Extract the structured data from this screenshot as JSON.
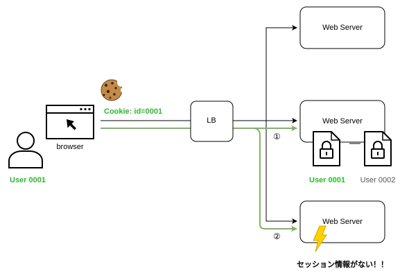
{
  "diagram": {
    "servers": [
      {
        "label": "Web Server"
      },
      {
        "label": "Web Server"
      },
      {
        "label": "Web Server"
      }
    ],
    "lb": {
      "label": "LB"
    },
    "browser": {
      "label": "browser"
    },
    "user": {
      "label": "User 0001"
    },
    "cookie": {
      "label": "Cookie: id=0001"
    },
    "sessions": [
      {
        "label": "User 0001"
      },
      {
        "label": "User 0002"
      }
    ],
    "markers": {
      "first": "①",
      "second": "②"
    },
    "warning": {
      "label": "セッション情報がない！！"
    },
    "colors": {
      "green_text": "#2db82d",
      "green_arrow": "#82b366",
      "stroke": "#000000",
      "lightning": "#ffd200",
      "lightning_stroke": "#d9a400",
      "gray_text": "#555555"
    },
    "icons": [
      "user-icon",
      "browser-window-icon",
      "cursor-arrow-icon",
      "cookie-icon",
      "padlock-file-icon",
      "lightning-icon"
    ]
  }
}
